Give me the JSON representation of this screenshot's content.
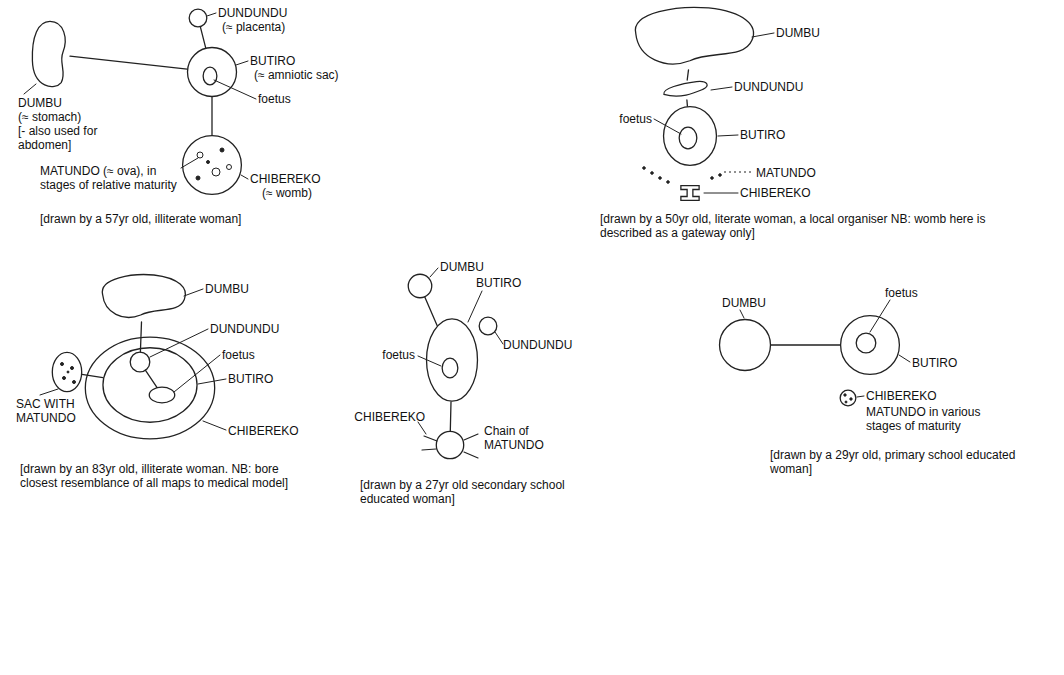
{
  "diagram": {
    "nodes": [
      {
        "text": [
          "DUNDUNDU",
          "(≈ placenta)"
        ]
      },
      {
        "text": [
          "DUMBU",
          "(≈ stomach)",
          "[- also used for abdomen]"
        ]
      },
      {
        "text": [
          "BUTIRO",
          "(≈ amniotic sac)"
        ]
      },
      {
        "text": [
          "foetus"
        ],
        "in": 2
      },
      {
        "text": [
          "CHIBEREKO",
          "(≈ womb)"
        ]
      },
      {
        "text": [
          "DUMBU"
        ]
      },
      {
        "text": [
          "DUNDUNDU"
        ]
      },
      {
        "text": [
          "BUTIRO"
        ]
      },
      {
        "text": [
          "foetus"
        ],
        "in": 7
      },
      {
        "text": [
          "CHIBEREKO"
        ]
      },
      {
        "text": [
          "DUMBU"
        ]
      },
      {
        "text": [
          "SAC WITH MATUNDO"
        ]
      },
      {
        "text": [
          "CHIBEREKO"
        ]
      },
      {
        "text": [
          "BUTIRO"
        ],
        "in": 12
      },
      {
        "text": [
          "DUNDUNDU"
        ],
        "in": 13
      },
      {
        "text": [
          "foetus"
        ],
        "in": 13
      },
      {
        "text": [
          "DUMBU"
        ]
      },
      {
        "text": [
          "BUTIRO"
        ]
      },
      {
        "text": [
          "foetus"
        ],
        "in": 17
      },
      {
        "text": [
          "DUNDUNDU"
        ]
      },
      {
        "text": [
          "CHIBEREKO"
        ]
      },
      {
        "text": [
          "DUMBU"
        ]
      },
      {
        "text": [
          "BUTIRO"
        ]
      },
      {
        "text": [
          "foetus"
        ],
        "in": 22
      },
      {
        "text": [
          "CHIBEREKO"
        ]
      }
    ],
    "edges": [
      {
        "from": 0,
        "to": 2,
        "arrow": "none"
      },
      {
        "from": 1,
        "to": 2,
        "arrow": "none"
      },
      {
        "from": 2,
        "to": 4,
        "arrow": "none"
      },
      {
        "from": 5,
        "to": 6,
        "arrow": "none"
      },
      {
        "from": 6,
        "to": 7,
        "arrow": "none"
      },
      {
        "from": 10,
        "to": 14,
        "arrow": "none"
      },
      {
        "from": 14,
        "to": 15,
        "arrow": "none"
      },
      {
        "from": 11,
        "to": 13,
        "arrow": "none"
      },
      {
        "from": 16,
        "to": 17,
        "arrow": "none"
      },
      {
        "from": 17,
        "to": 20,
        "arrow": "none"
      },
      {
        "from": 21,
        "to": 22,
        "arrow": "none"
      }
    ],
    "labels": [
      "MATUNDO (≈ ova), in stages of relative maturity",
      "[drawn by a 57yr old, illiterate woman]",
      "MATUNDO",
      "[drawn by a 50yr old, literate woman, a local organiser NB: womb here is described as a gateway only]",
      "[drawn by an 83yr old, illiterate woman. NB: bore closest resemblance of all maps to medical model]",
      "Chain of MATUNDO",
      "[drawn by a 27yr old secondary school educated woman]",
      "MATUNDO in various stages of maturity",
      "[drawn by a 29yr old, primary school educated woman]"
    ]
  }
}
